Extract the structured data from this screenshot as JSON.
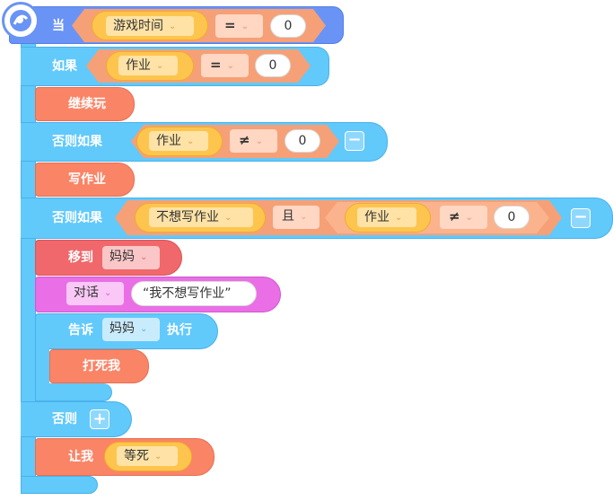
{
  "event": {
    "label": "当",
    "left": {
      "var": "游戏时间"
    },
    "op": "=",
    "right": "0"
  },
  "if_block": {
    "label": "如果",
    "left": {
      "var": "作业"
    },
    "op": "=",
    "right": "0"
  },
  "then1": {
    "label": "继续玩"
  },
  "elseif1": {
    "label": "否则如果",
    "left": {
      "var": "作业"
    },
    "op": "≠",
    "right": "0",
    "minus": "−"
  },
  "then2": {
    "label": "写作业"
  },
  "elseif2": {
    "label": "否则如果",
    "left": {
      "var": "不想写作业"
    },
    "and_op": "且",
    "inner_left": {
      "var": "作业"
    },
    "inner_op": "≠",
    "inner_right": "0",
    "minus": "−"
  },
  "move_to": {
    "label": "移到",
    "target": "妈妈"
  },
  "dialog": {
    "kind": "对话",
    "text": "“我不想写作业”"
  },
  "tell": {
    "label": "告诉",
    "target": "妈妈",
    "action": "执行"
  },
  "nested": {
    "label": "打死我"
  },
  "else_block": {
    "label": "否则",
    "plus": "+"
  },
  "let_me": {
    "label": "让我",
    "var": "等死"
  },
  "colors": {
    "control_blue": "#62c9fb",
    "event_blue": "#6a93f6",
    "action_orange": "#fa8466",
    "motion_red": "#f0686b",
    "looks_magenta": "#ea6ee6",
    "variable_yellow": "#fec54e"
  },
  "chev": "⌄"
}
